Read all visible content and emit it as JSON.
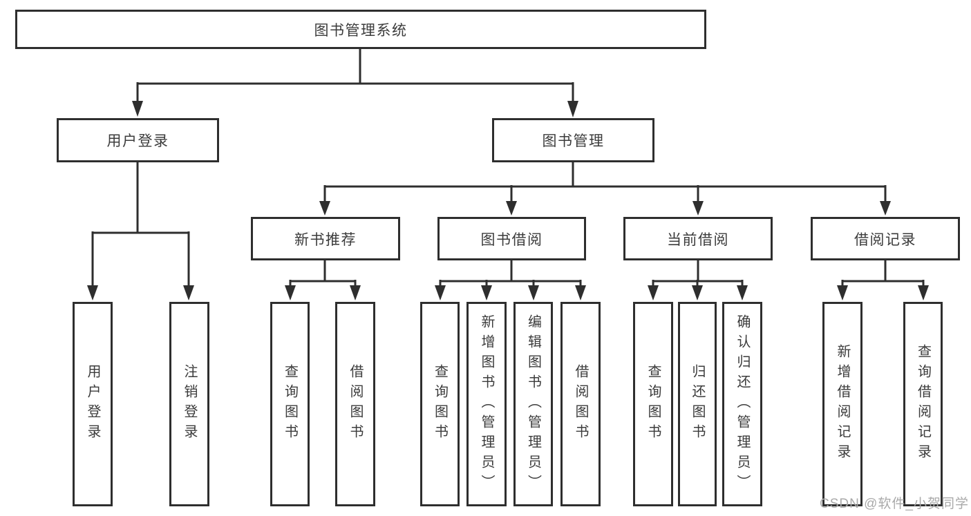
{
  "diagram": {
    "root": {
      "label": "图书管理系统"
    },
    "level2": [
      {
        "label": "用户登录"
      },
      {
        "label": "图书管理"
      }
    ],
    "level3": [
      {
        "label": "新书推荐"
      },
      {
        "label": "图书借阅"
      },
      {
        "label": "当前借阅"
      },
      {
        "label": "借阅记录"
      }
    ],
    "leaves": {
      "login": [
        {
          "label": "用户登录"
        },
        {
          "label": "注销登录"
        }
      ],
      "recommend": [
        {
          "label": "查询图书"
        },
        {
          "label": "借阅图书"
        }
      ],
      "borrow": [
        {
          "label": "查询图书"
        },
        {
          "label": "新增图书（管理员）"
        },
        {
          "label": "编辑图书（管理员）"
        },
        {
          "label": "借阅图书"
        }
      ],
      "current": [
        {
          "label": "查询图书"
        },
        {
          "label": "归还图书"
        },
        {
          "label": "确认归还（管理员）"
        }
      ],
      "records": [
        {
          "label": "新增借阅记录"
        },
        {
          "label": "查询借阅记录"
        }
      ]
    }
  },
  "watermark": {
    "text": "CSDN @软件_小贺同学",
    "color": "#a9a9a9"
  },
  "colors": {
    "line": "#2e2e2e",
    "box_border": "#2e2e2e",
    "box_bg": "#ffffff",
    "text": "#3b3b3b"
  }
}
